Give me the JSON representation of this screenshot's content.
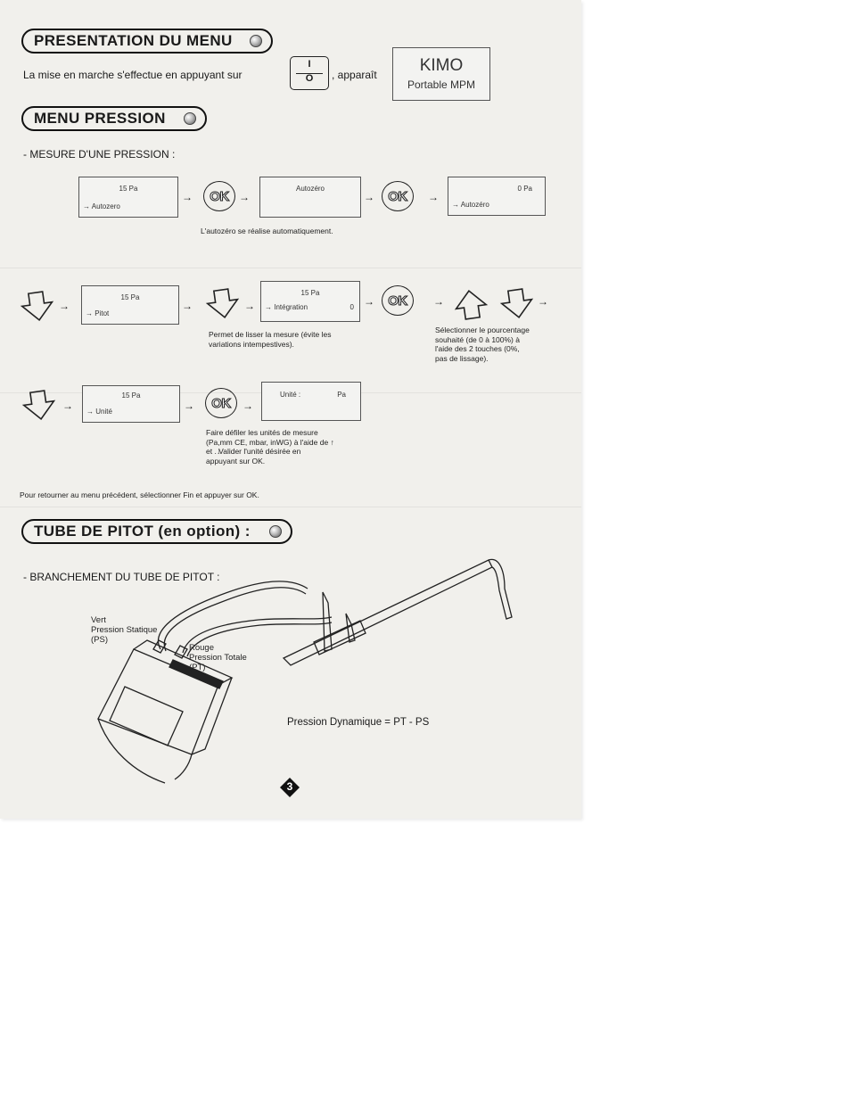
{
  "sections": {
    "presentation": {
      "title": "PRESENTATION DU MENU",
      "startup_text": "La mise en marche s'effectue en appuyant sur",
      "power_button_top": "I",
      "power_button_bottom": "O",
      "appears_text": ", apparaît",
      "display_brand": "KIMO",
      "display_model": "Portable  MPM"
    },
    "pression": {
      "title": "MENU PRESSION",
      "subtitle": "- MESURE D'UNE PRESSION :",
      "row1": {
        "lcd1_top": "15 Pa",
        "lcd1_bottom": "Autozero",
        "lcd2_top": "Autozéro",
        "lcd3_top": "0 Pa",
        "lcd3_bottom": "Autozéro",
        "caption": "L'autozéro se réalise automatiquement."
      },
      "row2": {
        "lcd1_top": "15 Pa",
        "lcd1_bottom": "Pitot",
        "lcd2_top": "15 Pa",
        "lcd2_bottom": "Intégration",
        "lcd2_value": "0",
        "caption_line1": "Permet de lisser la mesure (évite les",
        "caption_line2": "variations intempestives).",
        "side_line1": "Sélectionner le pourcentage",
        "side_line2": "souhaité (de 0 à 100%) à",
        "side_line3": "l'aide des 2 touches (0%,",
        "side_line4": "pas de lissage)."
      },
      "row3": {
        "lcd1_top": "15 Pa",
        "lcd1_bottom": "Unité",
        "lcd2_label": "Unité :",
        "lcd2_unit": "Pa",
        "caption_line1": "Faire défiler les unités de mesure",
        "caption_line2": "(Pa,mm CE, mbar, inWG) à l'aide de",
        "caption_line3": "et     . Valider  l'unité  désirée  en",
        "caption_line4": "appuyant sur OK."
      },
      "back_text": "Pour retourner au menu précédent, sélectionner Fin et appuyer sur OK.",
      "ok_label": "OK"
    },
    "pitot": {
      "title": "TUBE DE PITOT (en option) :",
      "subtitle": "- BRANCHEMENT DU TUBE DE PITOT :",
      "vert": "Vert",
      "ps_label": "Pression Statique",
      "ps_abbr": "(PS)",
      "rouge": "Rouge",
      "pt_label": "Pression Totale",
      "pt_abbr": "(PT)",
      "formula": "Pression Dynamique = PT - PS"
    },
    "page_number": "3"
  },
  "colors": {
    "paper": "#f1f0ec",
    "ink": "#1a1a1a"
  }
}
